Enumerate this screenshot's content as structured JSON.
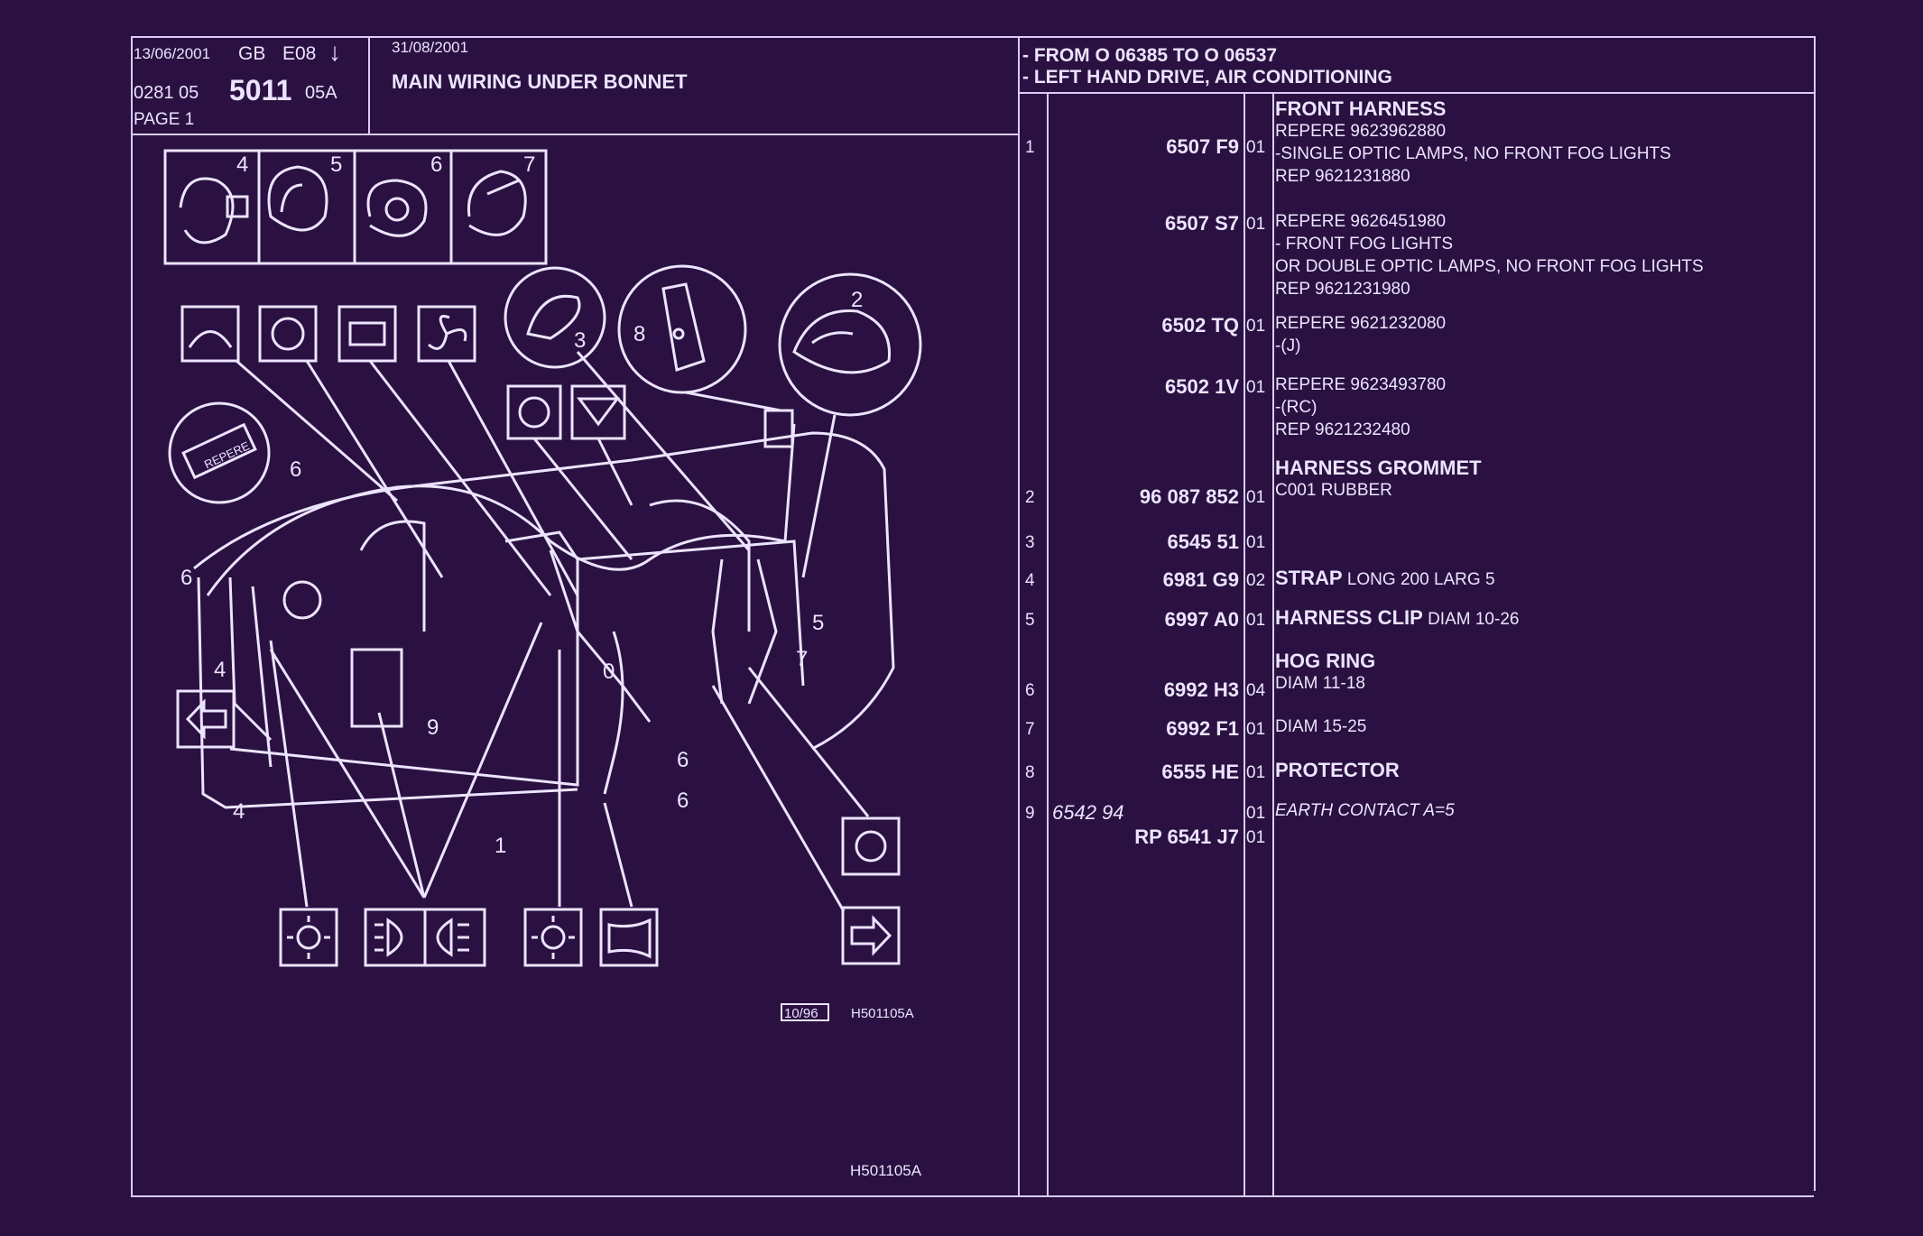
{
  "header": {
    "date_print": "13/06/2001",
    "lang": "GB",
    "edition": "E08",
    "arrow": "↓",
    "code_prefix": "0281  05",
    "code_main": "5011",
    "code_suffix": "05A",
    "page": "PAGE  1",
    "date_issue": "31/08/2001",
    "title": "MAIN WIRING UNDER BONNET",
    "condition_1": "- FROM  O   06385 TO  O   06537",
    "condition_2": "- LEFT HAND DRIVE, AIR CONDITIONING"
  },
  "diagram": {
    "inset_labels": [
      "4",
      "5",
      "6",
      "7"
    ],
    "callouts": [
      "1",
      "2",
      "3",
      "4",
      "4",
      "5",
      "6",
      "6",
      "6",
      "6",
      "7",
      "8",
      "9",
      "0"
    ],
    "repere_label": "REPERE",
    "date_box": "10/96",
    "drawing_ref": "H501105A",
    "footer_ref": "H501105A"
  },
  "parts": [
    {
      "idx": "1",
      "ref": "6507 F9",
      "qty": "01",
      "lines": [
        {
          "text": "FRONT HARNESS",
          "bold": true,
          "head": true
        },
        {
          "text": "REPERE  9623962880"
        },
        {
          "text": "-SINGLE OPTIC LAMPS, NO FRONT FOG LIGHTS"
        },
        {
          "text": "REP 9621231880"
        }
      ]
    },
    {
      "idx": "",
      "ref": "6507 S7",
      "qty": "01",
      "lines": [
        {
          "text": "REPERE  9626451980"
        },
        {
          "text": "-      FRONT FOG LIGHTS"
        },
        {
          "text": "OR DOUBLE OPTIC LAMPS, NO FRONT FOG LIGHTS"
        },
        {
          "text": "       REP 9621231980"
        }
      ]
    },
    {
      "idx": "",
      "ref": "6502 TQ",
      "qty": "01",
      "lines": [
        {
          "text": "REPERE  9621232080"
        },
        {
          "text": "-(J)"
        }
      ]
    },
    {
      "idx": "",
      "ref": "6502 1V",
      "qty": "01",
      "lines": [
        {
          "text": "REPERE  9623493780"
        },
        {
          "text": "-(RC)"
        },
        {
          "text": "REP 9621232480"
        }
      ]
    },
    {
      "idx": "2",
      "ref": "96 087 852",
      "qty": "01",
      "lines": [
        {
          "text": "HARNESS GROMMET",
          "bold": true,
          "head": true
        },
        {
          "text": "C001 RUBBER"
        }
      ]
    },
    {
      "idx": "3",
      "ref": "6545 51",
      "qty": "01",
      "lines": []
    },
    {
      "idx": "4",
      "ref": "6981 G9",
      "qty": "02",
      "lines": [
        {
          "name": "STRAP",
          "text": "LONG 200 LARG 5"
        }
      ]
    },
    {
      "idx": "5",
      "ref": "6997 A0",
      "qty": "01",
      "lines": [
        {
          "name": "HARNESS CLIP",
          "text": "DIAM 10-26"
        }
      ]
    },
    {
      "idx": "6",
      "ref": "6992 H3",
      "qty": "04",
      "lines": [
        {
          "text": "HOG RING",
          "bold": true,
          "head": true
        },
        {
          "text": "DIAM 11-18"
        }
      ]
    },
    {
      "idx": "7",
      "ref": "6992 F1",
      "qty": "01",
      "lines": [
        {
          "text": "DIAM 15-25"
        }
      ]
    },
    {
      "idx": "8",
      "ref": "6555 HE",
      "qty": "01",
      "lines": [
        {
          "text": "PROTECTOR",
          "bold": true,
          "head": true
        }
      ]
    },
    {
      "idx": "9",
      "ref": "6542 94",
      "qty": "01",
      "italic": true,
      "lines": [
        {
          "text": "EARTH CONTACT A=5",
          "italic": true
        }
      ]
    },
    {
      "idx": "",
      "ref": "RP  6541 J7",
      "qty": "01",
      "lines": []
    }
  ]
}
